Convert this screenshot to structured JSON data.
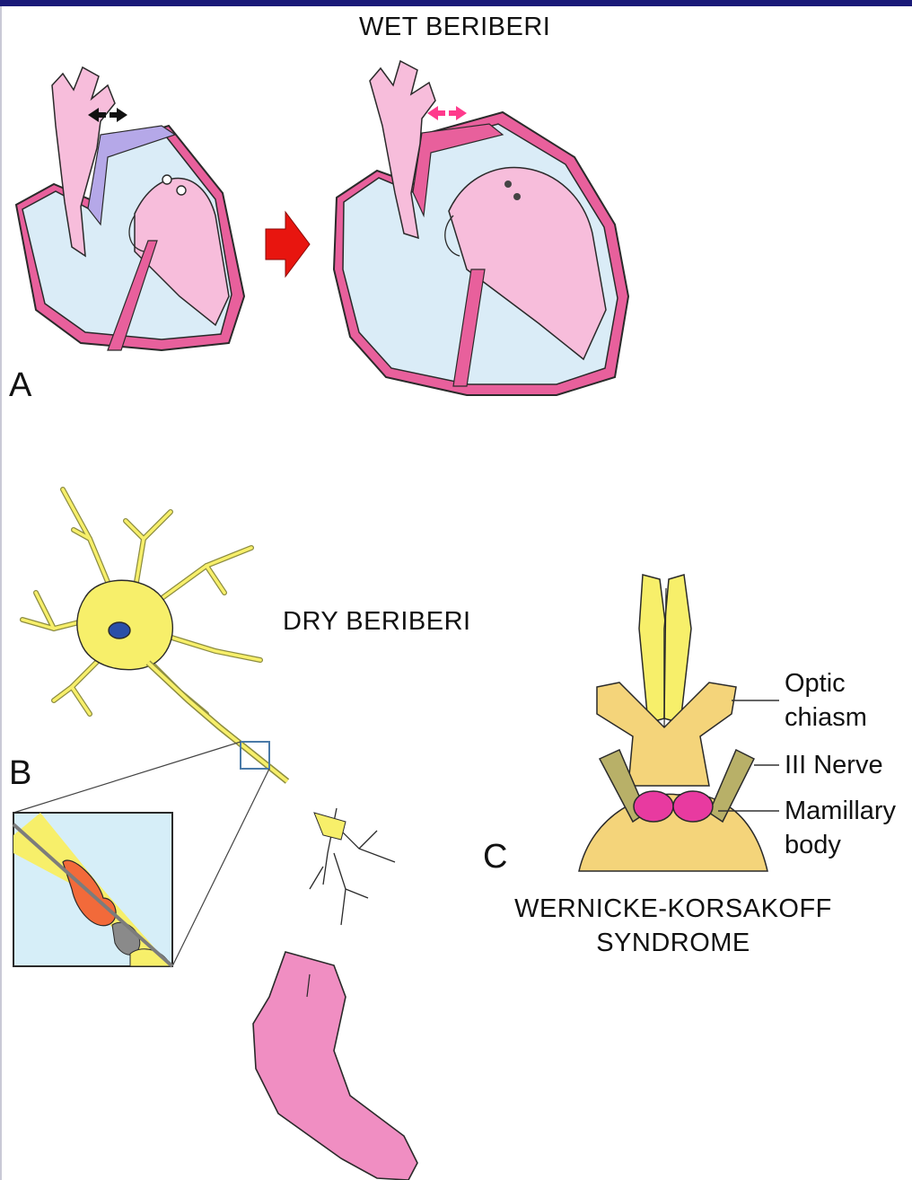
{
  "panel_a": {
    "title": "WET BERIBERI",
    "letter": "A"
  },
  "panel_b": {
    "title": "DRY BERIBERI",
    "letter": "B"
  },
  "panel_c": {
    "letter": "C",
    "title_line1": "WERNICKE-KORSAKOFF",
    "title_line2": "SYNDROME",
    "labels": {
      "optic_1": "Optic",
      "optic_2": "chiasm",
      "nerve": "III Nerve",
      "mamillary_1": "Mamillary",
      "mamillary_2": "body"
    }
  },
  "colors": {
    "frame_bar": "#1a1a78",
    "myocardium": "#e8609c",
    "heart_chamber": "#daecf7",
    "vessel_pink": "#f7bddb",
    "arrow_red": "#e8150f",
    "neuron_yellow": "#f7ef6a",
    "nucleus_blue": "#2a4fa8",
    "foot_pink": "#f08ec2",
    "brain_tan": "#f4d47a",
    "mamillary_magenta": "#e83aa0"
  }
}
